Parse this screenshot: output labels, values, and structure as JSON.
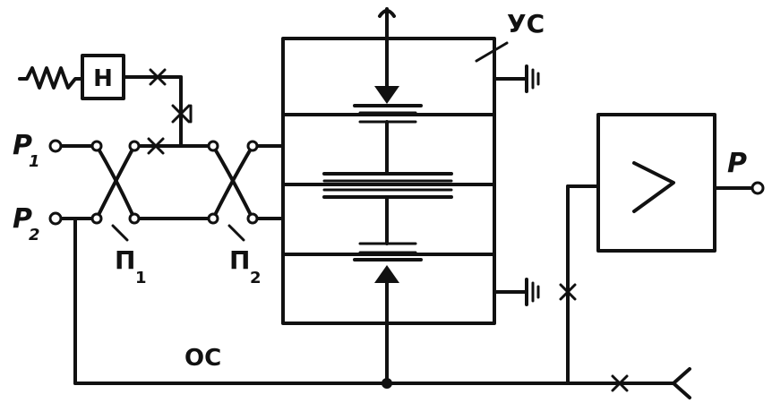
{
  "labels": {
    "p1_main": "P",
    "p1_sub": "1",
    "p2_main": "P",
    "p2_sub": "2",
    "p_out": "P",
    "pi1_main": "П",
    "pi1_sub": "1",
    "pi2_main": "П",
    "pi2_sub": "2",
    "ys": "УС",
    "oc": "ОС",
    "heater": "Н"
  }
}
